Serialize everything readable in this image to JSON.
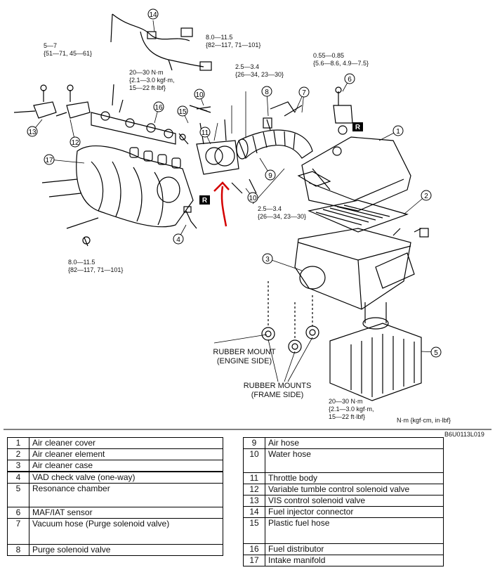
{
  "diagram": {
    "torque_specs": {
      "t1": "5—7\n{51—71, 45—61}",
      "t2": "20—30 N·m\n{2.1—3.0 kgf·m,\n15—22 ft·lbf}",
      "t3": "8.0—11.5\n{82—117, 71—101}",
      "t4": "2.5—3.4\n{26—34, 23—30}",
      "t5": "0.55—0.85\n{5.6—8.6, 4.9—7.5}",
      "t6": "2.5—3.4\n{26—34, 23—30}",
      "t7": "8.0—11.5\n{82—117, 71—101}",
      "t8": "20—30 N·m\n{2.1—3.0 kgf·m,\n15—22 ft·lbf}"
    },
    "callouts": {
      "engine_side": "RUBBER MOUNT\n(ENGINE SIDE)",
      "frame_side": "RUBBER MOUNTS\n(FRAME SIDE)"
    },
    "unit_note": "N·m {kgf·cm, in·lbf}",
    "reference_code": "B6U0113L019",
    "replace_mark": "R",
    "part_numbers": [
      "1",
      "2",
      "3",
      "4",
      "5",
      "6",
      "7",
      "8",
      "9",
      "10",
      "10",
      "11",
      "12",
      "13",
      "14",
      "15",
      "16",
      "17"
    ]
  },
  "legend_left": [
    {
      "num": "1",
      "name": "Air cleaner cover"
    },
    {
      "num": "2",
      "name": "Air cleaner element"
    },
    {
      "num": "3",
      "name": "Air cleaner case"
    },
    {
      "num": "4",
      "name": "VAD check valve (one-way)"
    },
    {
      "num": "5",
      "name": "Resonance chamber"
    },
    {
      "num": "6",
      "name": "MAF/IAT sensor"
    },
    {
      "num": "7",
      "name": "Vacuum hose (Purge solenoid valve)"
    },
    {
      "num": "8",
      "name": "Purge solenoid valve"
    }
  ],
  "legend_right": [
    {
      "num": "9",
      "name": "Air hose"
    },
    {
      "num": "10",
      "name": "Water hose"
    },
    {
      "num": "11",
      "name": "Throttle body"
    },
    {
      "num": "12",
      "name": "Variable tumble control solenoid valve"
    },
    {
      "num": "13",
      "name": "VIS control solenoid valve"
    },
    {
      "num": "14",
      "name": "Fuel injector connector"
    },
    {
      "num": "15",
      "name": "Plastic fuel hose"
    },
    {
      "num": "16",
      "name": "Fuel distributor"
    },
    {
      "num": "17",
      "name": "Intake manifold"
    }
  ]
}
